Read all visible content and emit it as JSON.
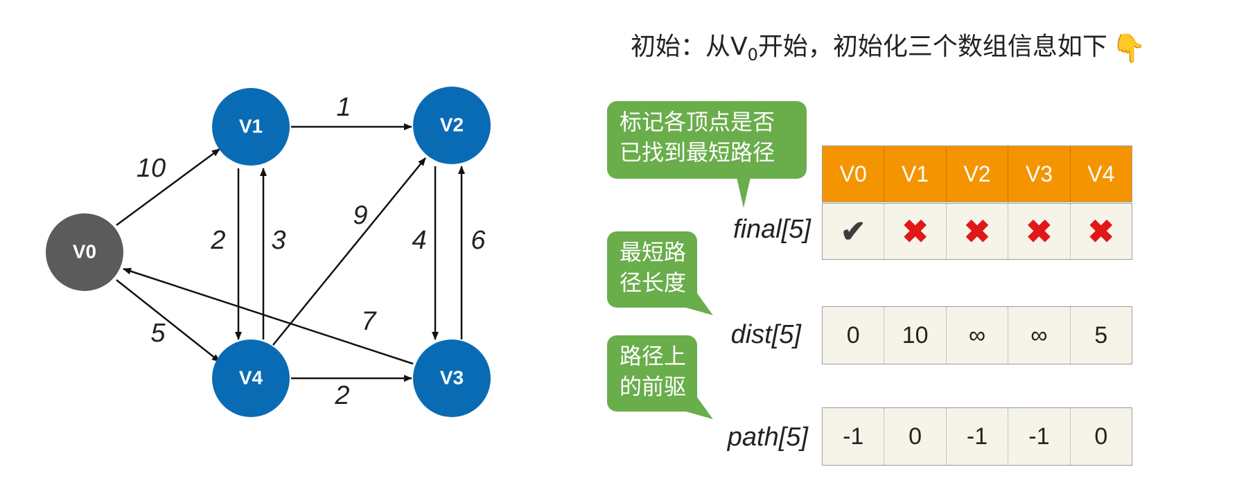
{
  "heading": {
    "prefix": "初始：从V",
    "subscript": "0",
    "suffix": "开始，初始化三个数组信息如下",
    "icon": "pointing-down-hand-icon"
  },
  "graph": {
    "nodes": [
      {
        "id": "V0",
        "label": "V0",
        "color": "#5b5b5b"
      },
      {
        "id": "V1",
        "label": "V1",
        "color": "#0a6bb5"
      },
      {
        "id": "V2",
        "label": "V2",
        "color": "#0a6bb5"
      },
      {
        "id": "V3",
        "label": "V3",
        "color": "#0a6bb5"
      },
      {
        "id": "V4",
        "label": "V4",
        "color": "#0a6bb5"
      }
    ],
    "edges": [
      {
        "from": "V0",
        "to": "V1",
        "weight": "10"
      },
      {
        "from": "V0",
        "to": "V4",
        "weight": "5"
      },
      {
        "from": "V1",
        "to": "V2",
        "weight": "1"
      },
      {
        "from": "V1",
        "to": "V4",
        "weight": "2"
      },
      {
        "from": "V4",
        "to": "V1",
        "weight": "3"
      },
      {
        "from": "V4",
        "to": "V2",
        "weight": "9"
      },
      {
        "from": "V2",
        "to": "V3",
        "weight": "4"
      },
      {
        "from": "V3",
        "to": "V2",
        "weight": "6"
      },
      {
        "from": "V3",
        "to": "V0",
        "weight": "7"
      },
      {
        "from": "V4",
        "to": "V3",
        "weight": "2"
      }
    ]
  },
  "callouts": {
    "final_note": [
      "标记各顶点是否",
      "已找到最短路径"
    ],
    "dist_note": [
      "最短路",
      "径长度"
    ],
    "path_note": [
      "路径上",
      "的前驱"
    ]
  },
  "table": {
    "headers": [
      "V0",
      "V1",
      "V2",
      "V3",
      "V4"
    ],
    "header_color": "#f49400",
    "cell_color": "#f6f4e9",
    "rows": {
      "final": {
        "label": "final[5]",
        "values": [
          "✔",
          "✖",
          "✖",
          "✖",
          "✖"
        ],
        "meaning": [
          true,
          false,
          false,
          false,
          false
        ]
      },
      "dist": {
        "label": "dist[5]",
        "values": [
          "0",
          "10",
          "∞",
          "∞",
          "5"
        ]
      },
      "path": {
        "label": "path[5]",
        "values": [
          "-1",
          "0",
          "-1",
          "-1",
          "0"
        ]
      }
    }
  },
  "colors": {
    "start_node": "#5b5b5b",
    "node": "#0a6bb5",
    "callout": "#6aad4b",
    "unvisited_mark": "#e01818",
    "visited_mark": "#3d3d3d"
  }
}
